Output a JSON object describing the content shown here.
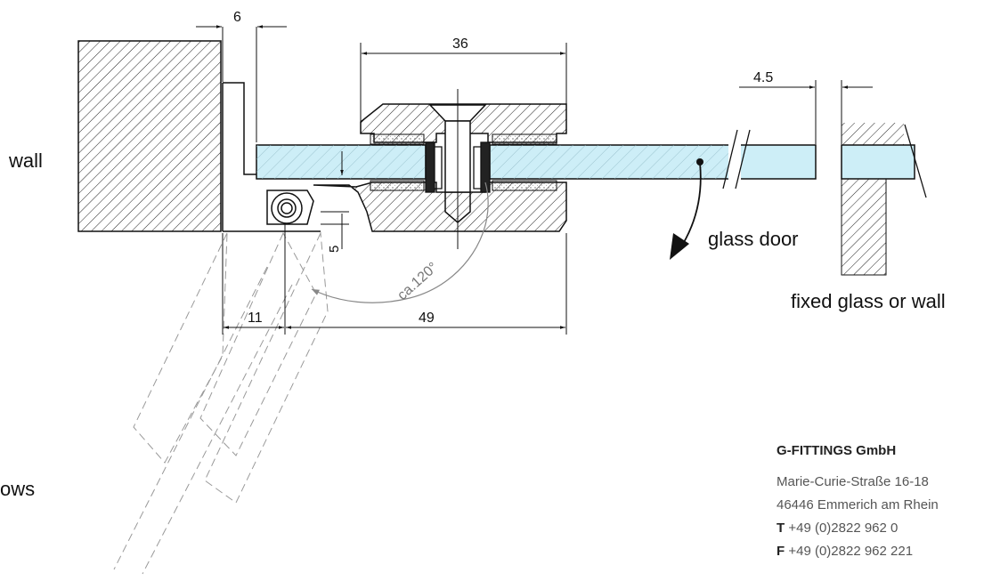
{
  "dimensions": {
    "gap": "6",
    "clamp_width": "36",
    "glass_thickness": "4.5",
    "offset_small": "5",
    "hinge_offset": "11",
    "depth": "49",
    "opening_angle": "ca.120°"
  },
  "labels": {
    "wall": "wall",
    "glass_door": "glass door",
    "fixed_glass": "fixed glass or wall",
    "partial_left": "ows"
  },
  "company": {
    "name": "G-FITTINGS GmbH",
    "street": "Marie-Curie-Straße 16-18",
    "city": "46446 Emmerich am Rhein",
    "phone_prefix": "T",
    "phone": "+49 (0)2822 962 0",
    "fax_prefix": "F",
    "fax": "+49 (0)2822 962 221"
  },
  "colors": {
    "glass": "#cdeef7",
    "line": "#111111",
    "ghost": "#999999"
  }
}
